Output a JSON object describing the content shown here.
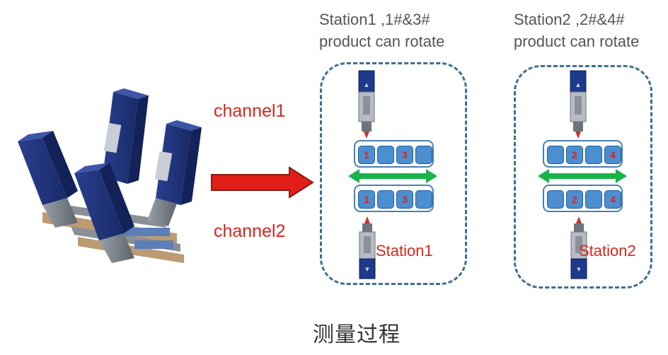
{
  "station1": {
    "title_line1": "Station1 ,1#&3#",
    "title_line2": "product can rotate",
    "label": "Station1",
    "top_tray": [
      "1",
      "",
      "3",
      ""
    ],
    "bottom_tray": [
      "1",
      "",
      "3",
      ""
    ]
  },
  "station2": {
    "title_line1": "Station2 ,2#&4#",
    "title_line2": "product can rotate",
    "label": "Station2",
    "top_tray": [
      "",
      "2",
      "",
      "4"
    ],
    "bottom_tray": [
      "",
      "2",
      "",
      "4"
    ]
  },
  "channels": {
    "channel1": "channel1",
    "channel2": "channel2"
  },
  "footer": "测量过程",
  "colors": {
    "red_text": "#d9261c",
    "arrow_red": "#e02018",
    "arrow_green": "#19b34a",
    "box_border": "#3f6e91",
    "slot_blue": "#4c8fd0",
    "sensor_navy": "#1e3a8a"
  },
  "icons": {
    "main_arrow": "right-arrow-icon",
    "transfer_arrow": "double-arrow-icon",
    "sensor": "sensor-icon",
    "machine": "machine-3d-render"
  }
}
